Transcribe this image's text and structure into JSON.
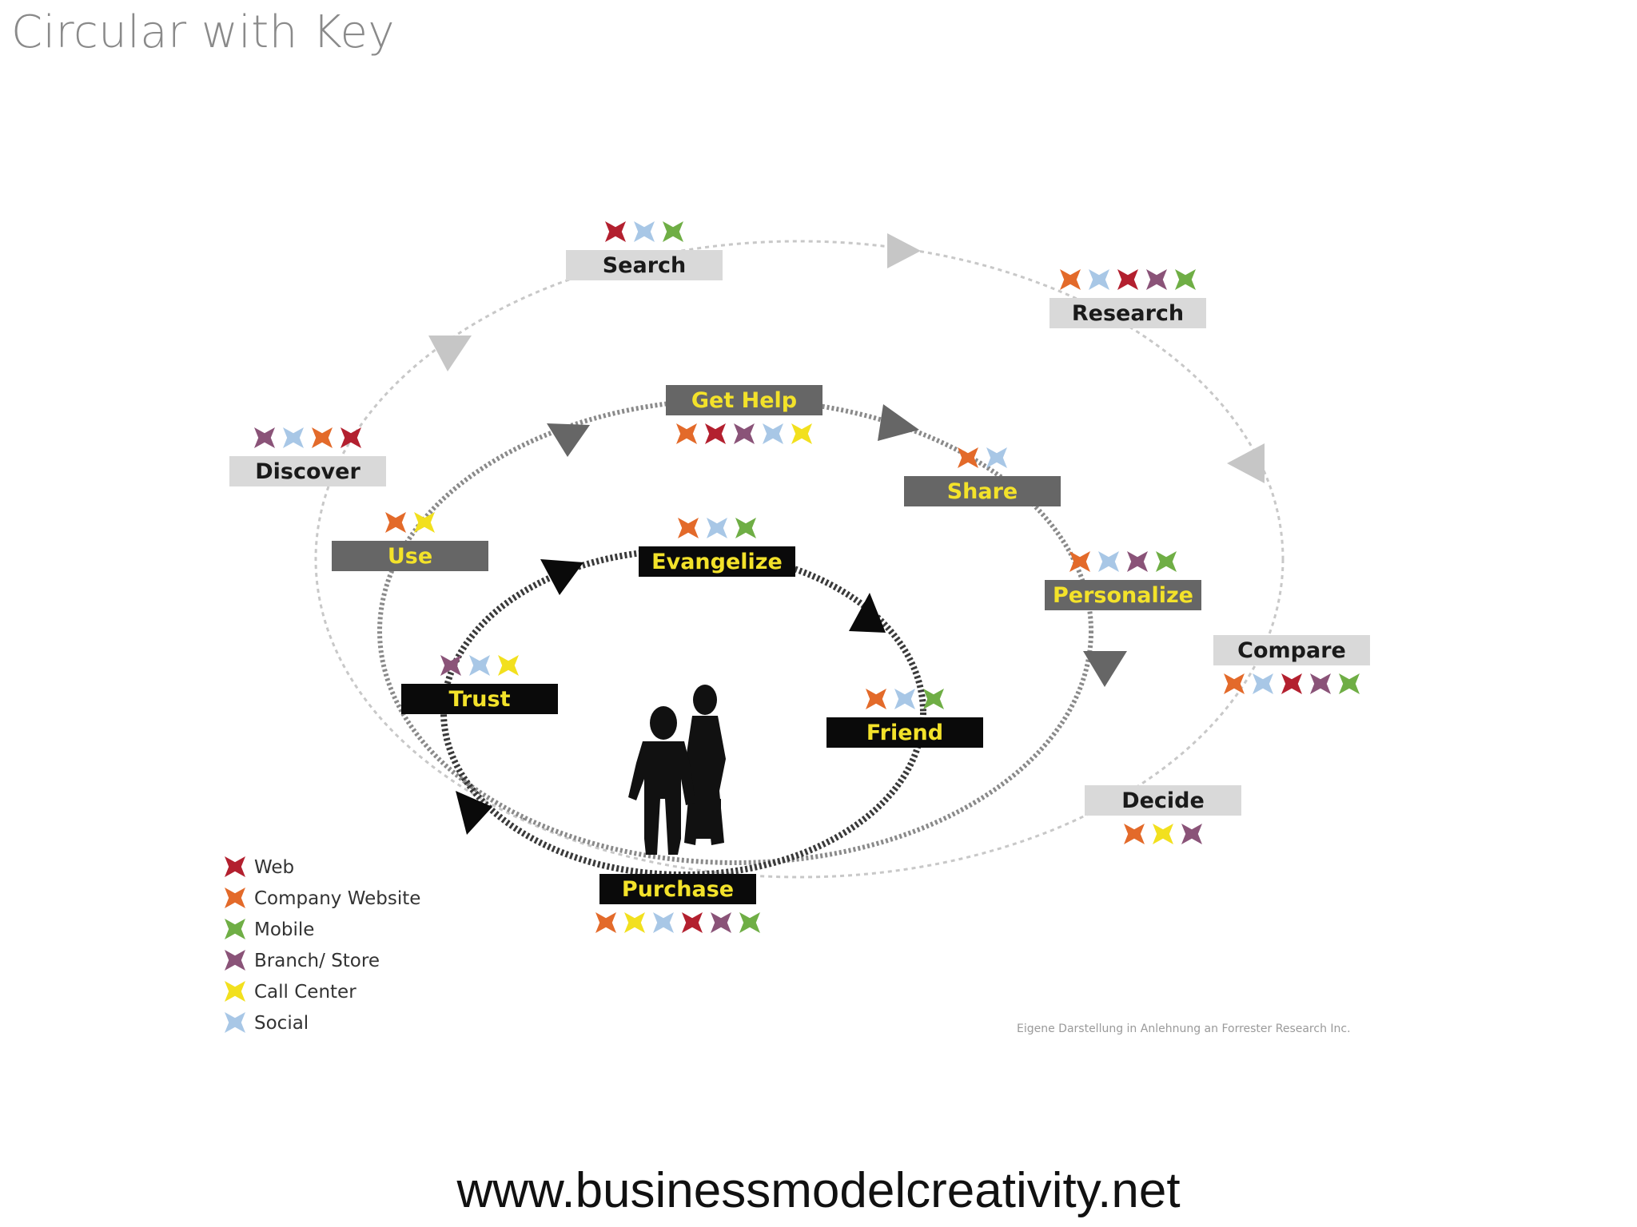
{
  "title": "Circular with Key",
  "colors": {
    "web": "#b3202f",
    "company_website": "#e36a2a",
    "mobile": "#6fae45",
    "branch_store": "#8a5378",
    "call_center": "#f2e01e",
    "social": "#a8c7e6",
    "outer_label_bg": "#d9d9d9",
    "middle_label_bg": "#666666",
    "inner_label_bg": "#0a0a0a",
    "outer_text": "#1a1a1a",
    "colored_text": "#f3e22a"
  },
  "stages": [
    {
      "id": "search",
      "label": "Search",
      "ring": "outer",
      "channels": [
        "web",
        "social",
        "mobile"
      ]
    },
    {
      "id": "research",
      "label": "Research",
      "ring": "outer",
      "channels": [
        "company_website",
        "social",
        "web",
        "branch_store",
        "mobile"
      ]
    },
    {
      "id": "compare",
      "label": "Compare",
      "ring": "outer",
      "channels": [
        "company_website",
        "social",
        "web",
        "branch_store",
        "mobile"
      ]
    },
    {
      "id": "decide",
      "label": "Decide",
      "ring": "outer",
      "channels": [
        "company_website",
        "call_center",
        "branch_store"
      ]
    },
    {
      "id": "discover",
      "label": "Discover",
      "ring": "outer",
      "channels": [
        "branch_store",
        "social",
        "company_website",
        "web"
      ]
    },
    {
      "id": "get-help",
      "label": "Get Help",
      "ring": "middle",
      "channels": [
        "company_website",
        "web",
        "branch_store",
        "social",
        "call_center"
      ]
    },
    {
      "id": "share",
      "label": "Share",
      "ring": "middle",
      "channels": [
        "company_website",
        "social"
      ]
    },
    {
      "id": "personalize",
      "label": "Personalize",
      "ring": "middle",
      "channels": [
        "company_website",
        "social",
        "branch_store",
        "mobile"
      ]
    },
    {
      "id": "use",
      "label": "Use",
      "ring": "middle",
      "channels": [
        "company_website",
        "call_center"
      ]
    },
    {
      "id": "evangelize",
      "label": "Evangelize",
      "ring": "inner",
      "channels": [
        "company_website",
        "social",
        "mobile"
      ]
    },
    {
      "id": "friend",
      "label": "Friend",
      "ring": "inner",
      "channels": [
        "company_website",
        "social",
        "mobile"
      ]
    },
    {
      "id": "trust",
      "label": "Trust",
      "ring": "inner",
      "channels": [
        "branch_store",
        "social",
        "call_center"
      ]
    },
    {
      "id": "purchase",
      "label": "Purchase",
      "ring": "inner",
      "channels": [
        "company_website",
        "call_center",
        "social",
        "web",
        "branch_store",
        "mobile"
      ]
    }
  ],
  "legend": [
    {
      "key": "web",
      "label": "Web"
    },
    {
      "key": "company_website",
      "label": "Company Website"
    },
    {
      "key": "mobile",
      "label": "Mobile"
    },
    {
      "key": "branch_store",
      "label": "Branch/ Store"
    },
    {
      "key": "call_center",
      "label": "Call Center"
    },
    {
      "key": "social",
      "label": "Social"
    }
  ],
  "credit": "Eigene Darstellung in Anlehnung an Forrester Research Inc.",
  "footer_url": "www.businessmodelcreativity.net"
}
